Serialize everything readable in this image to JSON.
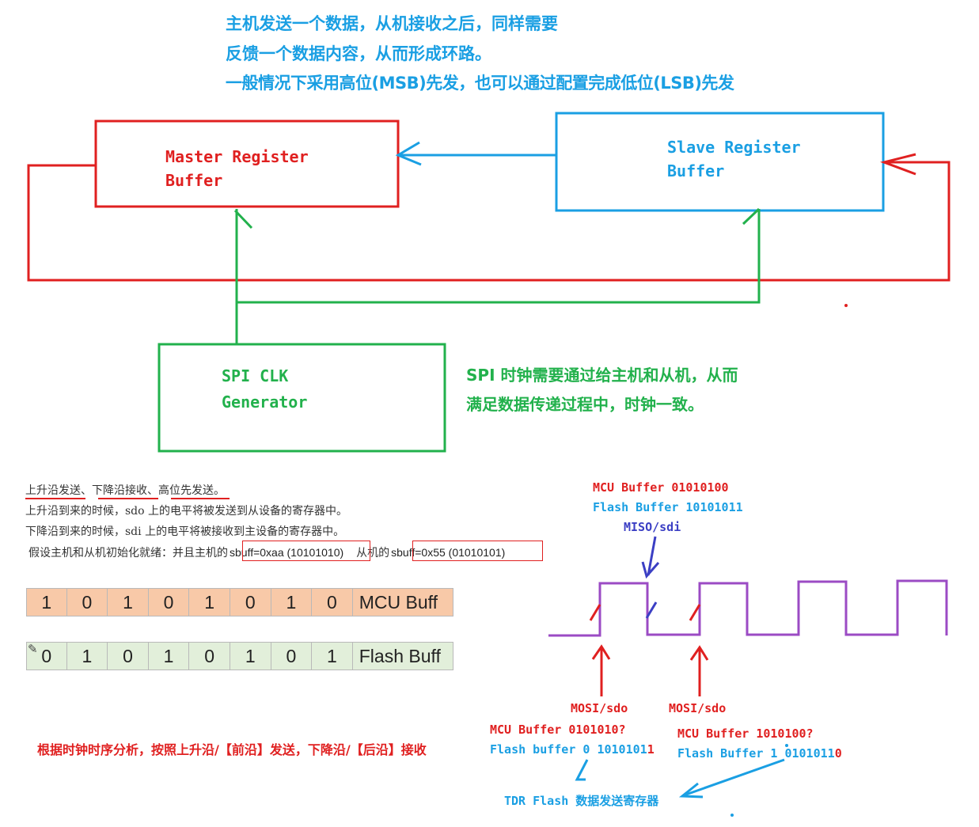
{
  "colors": {
    "red": "#e02020",
    "blue": "#1a9fe3",
    "green": "#22b14c",
    "purple": "#9b4bc4",
    "darkblue": "#3b3fc4",
    "cell_orange": "#f8c9a8",
    "cell_green": "#e2efda"
  },
  "header": {
    "line1": "主机发送一个数据，从机接收之后，同样需要",
    "line2": "反馈一个数据内容，从而形成环路。",
    "line3": "一般情况下采用高位(MSB)先发，也可以通过配置完成低位(LSB)先发"
  },
  "boxes": {
    "master_line1": "Master Register",
    "master_line2": "Buffer",
    "slave_line1": "Slave Register",
    "slave_line2": "Buffer",
    "clk_line1": "SPI CLK",
    "clk_line2": "Generator"
  },
  "clock_note": {
    "line1": "SPI 时钟需要通过给主机和从机，从而",
    "line2": "满足数据传递过程中，时钟一致。"
  },
  "notes": {
    "p1_a": "上升沿发送",
    "p1_sep1": "、",
    "p1_b": "下降沿接收",
    "p1_sep2": "、",
    "p1_c": "高位先发送",
    "p1_end": "。",
    "p2": "上升沿到来的时候，sdo 上的电平将被发送到从设备的寄存器中。",
    "p3": "下降沿到来的时候，sdi 上的电平将被接收到主设备的寄存器中。",
    "p4_a": "假设主机和从机初始化就绪：并且主机的",
    "p4_b": "sbuff=0xaa (10101010)",
    "p4_c": "从机的",
    "p4_d": "sbuff=0x55 (01010101)"
  },
  "table": {
    "mcu_bits": [
      "1",
      "0",
      "1",
      "0",
      "1",
      "0",
      "1",
      "0"
    ],
    "mcu_label": "MCU Buff",
    "flash_bits": [
      "0",
      "1",
      "0",
      "1",
      "0",
      "1",
      "0",
      "1"
    ],
    "flash_label": "Flash Buff",
    "brush_icon": "paint-brush-icon"
  },
  "bottom_note": "根据时钟时序分析，按照上升沿/【前沿】发送，下降沿/【后沿】接收",
  "timing": {
    "top_mcu": "MCU Buffer 01010100",
    "top_flash": "Flash Buffer 10101011",
    "miso": "MISO/sdi",
    "mosi_1": "MOSI/sdo",
    "mosi_2": "MOSI/sdo",
    "l_mcu": "MCU Buffer 0101010?",
    "l_flash_a": "Flash buffer 0 1010101",
    "l_flash_b": "1",
    "r_mcu": "MCU Buffer 1010100?",
    "r_flash_a": "Flash Buffer 1 0101011",
    "r_flash_b": "0",
    "tdr": "TDR Flash 数据发送寄存器"
  }
}
